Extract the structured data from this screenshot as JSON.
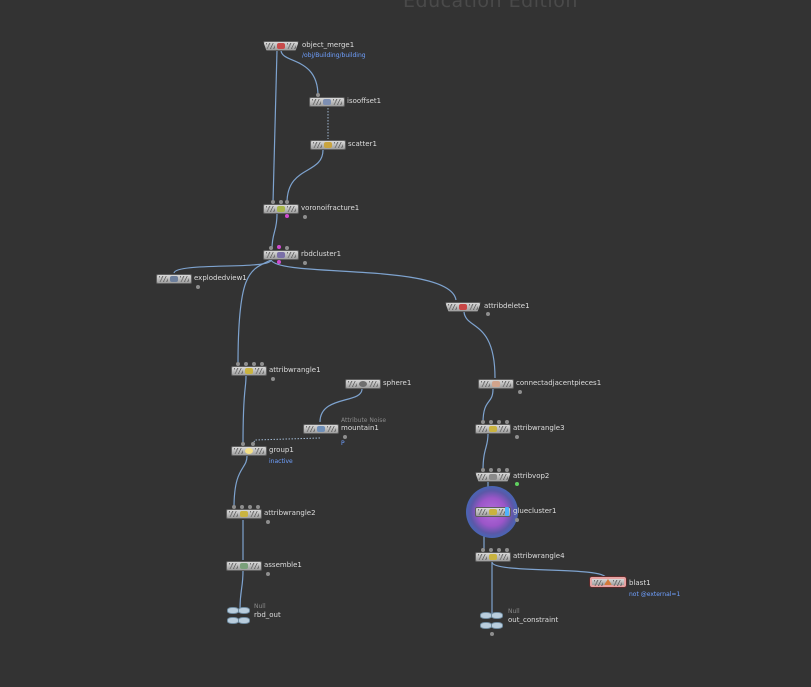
{
  "watermark": "Education Edition",
  "colors": {
    "background": "#333333",
    "wire": "#7ea3cf",
    "node": "#c4c4c4",
    "selected_outline": "#e7a2a2",
    "subtext": "#6fa0ff"
  },
  "nodes": {
    "object_merge1": {
      "name": "object_merge1",
      "sub": "/obj/Building/building",
      "icon": "object-merge-icon"
    },
    "isooffset1": {
      "name": "isooffset1",
      "icon": "isooffset-icon"
    },
    "scatter1": {
      "name": "scatter1",
      "icon": "scatter-icon"
    },
    "voronoifracture1": {
      "name": "voronoifracture1",
      "icon": "voronoi-icon"
    },
    "rbdcluster1": {
      "name": "rbdcluster1",
      "icon": "cluster-icon"
    },
    "explodedview1": {
      "name": "explodedview1",
      "icon": "exploded-view-icon"
    },
    "attribdelete1": {
      "name": "attribdelete1",
      "icon": "attrib-delete-icon"
    },
    "attribwrangle1": {
      "name": "attribwrangle1",
      "icon": "wrangle-icon"
    },
    "sphere1": {
      "name": "sphere1",
      "icon": "sphere-icon"
    },
    "connectadjacentpieces1": {
      "name": "connectadjacentpieces1",
      "icon": "connect-pieces-icon"
    },
    "mountain1": {
      "name": "mountain1",
      "type": "Attribute Noise",
      "sub": "P",
      "icon": "noise-icon"
    },
    "attribwrangle3": {
      "name": "attribwrangle3",
      "icon": "wrangle-icon"
    },
    "group1": {
      "name": "group1",
      "sub": "inactive",
      "icon": "group-icon"
    },
    "attribvop2": {
      "name": "attribvop2",
      "icon": "vop-icon"
    },
    "gluecluster1": {
      "name": "gluecluster1",
      "icon": "glue-cluster-icon"
    },
    "attribwrangle2": {
      "name": "attribwrangle2",
      "icon": "wrangle-icon"
    },
    "attribwrangle4": {
      "name": "attribwrangle4",
      "icon": "wrangle-icon"
    },
    "assemble1": {
      "name": "assemble1",
      "icon": "assemble-icon"
    },
    "blast1": {
      "name": "blast1",
      "sub": "not @external=1",
      "icon": "blast-icon"
    },
    "rbd_out": {
      "name": "rbd_out",
      "type": "Null",
      "icon": "null-icon"
    },
    "out_constraint": {
      "name": "out_constraint",
      "type": "Null",
      "icon": "null-icon"
    }
  }
}
